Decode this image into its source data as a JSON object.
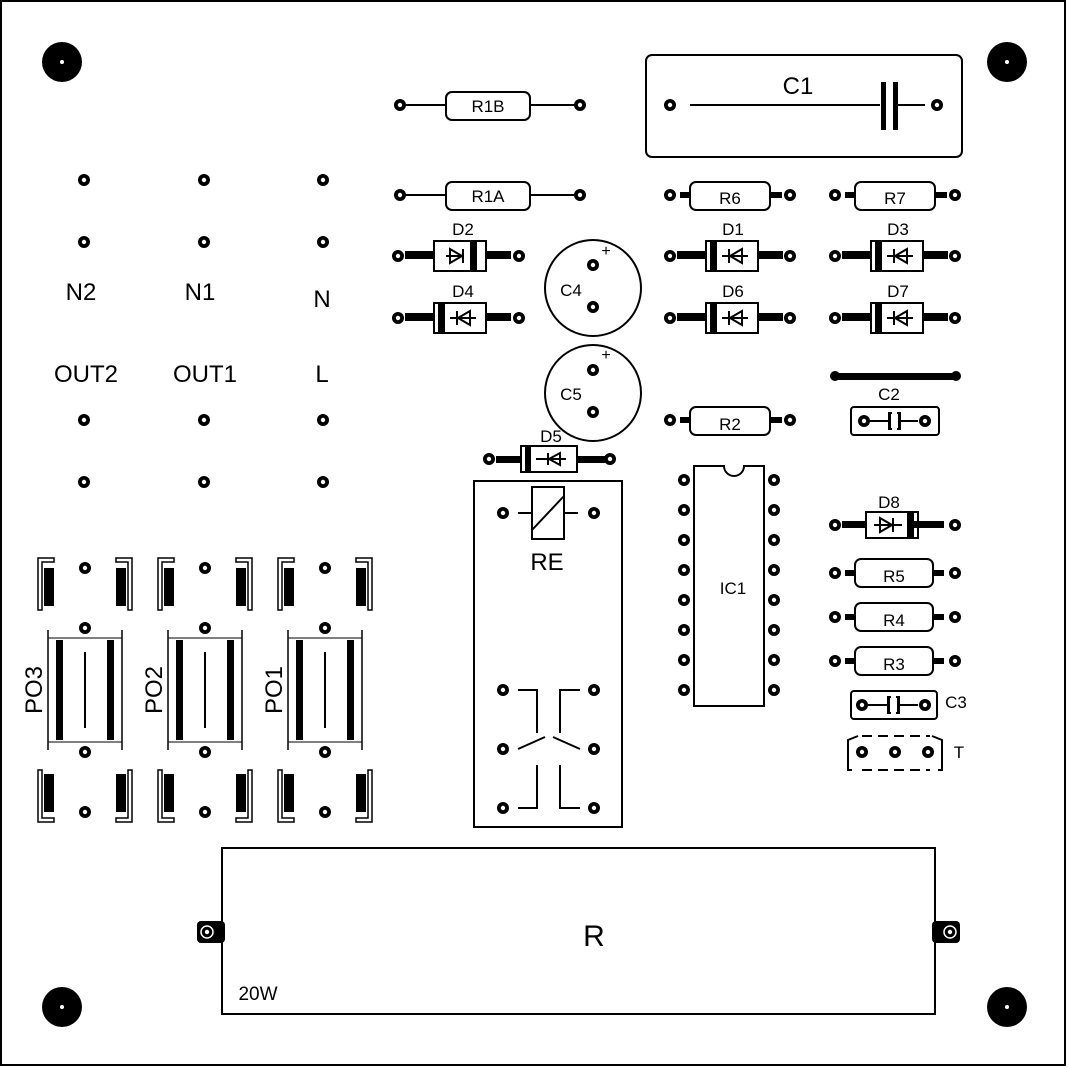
{
  "labels": {
    "c1": "C1",
    "r1b": "R1B",
    "r1a": "R1A",
    "r6": "R6",
    "r7": "R7",
    "d1": "D1",
    "d2": "D2",
    "d3": "D3",
    "d4": "D4",
    "d5": "D5",
    "d6": "D6",
    "d7": "D7",
    "d8": "D8",
    "c4": "C4",
    "c5": "C5",
    "c2": "C2",
    "c3": "C3",
    "r2": "R2",
    "r3": "R3",
    "r4": "R4",
    "r5": "R5",
    "ic1": "IC1",
    "re": "RE",
    "t": "T",
    "n2": "N2",
    "n1": "N1",
    "n": "N",
    "out2": "OUT2",
    "out1": "OUT1",
    "l": "L",
    "po1": "PO1",
    "po2": "PO2",
    "po3": "PO3",
    "r": "R",
    "power": "20W",
    "plus": "+"
  },
  "colors": {
    "ink": "#000000",
    "paper": "#ffffff"
  }
}
